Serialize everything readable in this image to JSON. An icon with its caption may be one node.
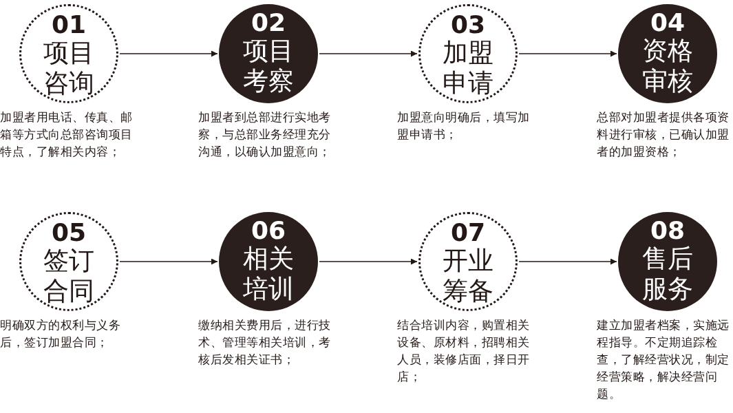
{
  "diagram": {
    "nodes": [
      {
        "text": [
          "01",
          "项目咨询"
        ],
        "beside": [
          "加盟者用电话、传真、邮箱等方式向总部咨询项目特点，了解相关内容；"
        ]
      },
      {
        "text": [
          "02",
          "项目考察"
        ],
        "beside": [
          "加盟者到总部进行实地考察，与总部业务经理充分沟通，以确认加盟意向；"
        ]
      },
      {
        "text": [
          "03",
          "加盟申请"
        ],
        "beside": [
          "加盟意向明确后，填写加盟申请书；"
        ]
      },
      {
        "text": [
          "04",
          "资格审核"
        ],
        "beside": [
          "总部对加盟者提供各项资料进行审核，已确认加盟者的加盟资格；"
        ]
      },
      {
        "text": [
          "05",
          "签订合同"
        ],
        "beside": [
          "明确双方的权利与义务后，签订加盟合同；"
        ]
      },
      {
        "text": [
          "06",
          "相关培训"
        ],
        "beside": [
          "缴纳相关费用后，进行技术、管理等相关培训，考核后发相关证书；"
        ]
      },
      {
        "text": [
          "07",
          "开业筹备"
        ],
        "beside": [
          "结合培训内容，购置相关设备、原材料，招聘相关人员，装修店面，择日开店；"
        ]
      },
      {
        "text": [
          "08",
          "售后服务"
        ],
        "beside": [
          "建立加盟者档案，实施远程指导。不定期追踪检查，了解经营状况，制定经营策略，解决经营问题。"
        ]
      }
    ],
    "edges": [
      {
        "from": 0,
        "to": 1,
        "arrow": "to"
      },
      {
        "from": 1,
        "to": 2,
        "arrow": "to"
      },
      {
        "from": 2,
        "to": 3,
        "arrow": "to"
      },
      {
        "from": 4,
        "to": 5,
        "arrow": "to"
      },
      {
        "from": 5,
        "to": 6,
        "arrow": "to"
      },
      {
        "from": 6,
        "to": 7,
        "arrow": "to"
      }
    ]
  }
}
